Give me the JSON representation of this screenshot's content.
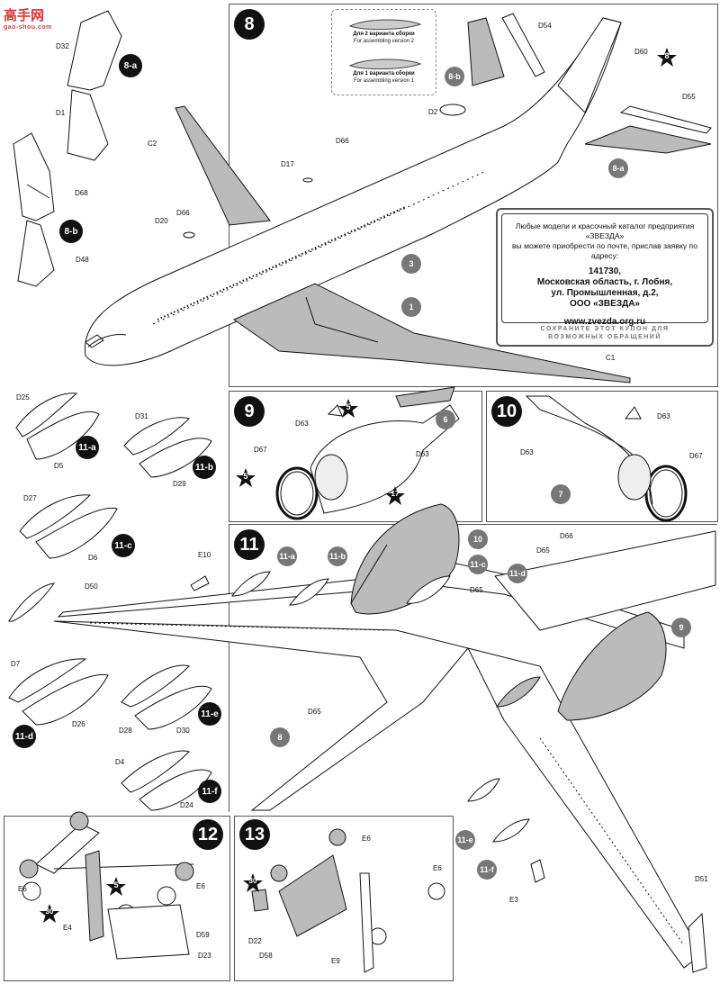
{
  "site_logo": {
    "main": "高手网",
    "sub": "gao-shou.com"
  },
  "steps": {
    "s8": "8",
    "s9": "9",
    "s10": "10",
    "s11": "11",
    "s12": "12",
    "s13": "13"
  },
  "note": {
    "v2_ru": "Для 2 варианта сборки",
    "v2_en": "For assembling version 2",
    "v1_ru": "Для 1 варианта сборки",
    "v1_en": "For assembling version 1"
  },
  "coupon": {
    "line1": "Любые модели и красочный каталог предприятия «ЗВЕЗДА»",
    "line2": "вы можете приобрести по почте, прислав заявку по адресу:",
    "zip": "141730,",
    "region": "Московская область, г. Лобня,",
    "street": "ул. Промышленная, д.2,",
    "org": "ООО «ЗВЕЗДА»",
    "web": "www.zvezda.org.ru",
    "foot1": "СОХРАНИТЕ ЭТОТ КУПОН ДЛЯ",
    "foot2": "ВОЗМОЖНЫХ ОБРАЩЕНИЙ"
  },
  "labels": {
    "D32": "D32",
    "D1": "D1",
    "C2": "C2",
    "D68": "D68",
    "D48": "D48",
    "D17": "D17",
    "D66": "D66",
    "D20": "D20",
    "D2": "D2",
    "D54": "D54",
    "D60": "D60",
    "D55": "D55",
    "C1": "C1",
    "D25": "D25",
    "D5": "D5",
    "D31": "D31",
    "D29": "D29",
    "D63": "D63",
    "D67": "D67",
    "D27": "D27",
    "D6": "D6",
    "E10": "E10",
    "D50": "D50",
    "D65": "D65",
    "D7": "D7",
    "D26": "D26",
    "D28": "D28",
    "D30": "D30",
    "D4": "D4",
    "D24": "D24",
    "E6": "E6",
    "E4": "E4",
    "D59": "D59",
    "D23": "D23",
    "D22": "D22",
    "D58": "D58",
    "E9": "E9",
    "E3": "E3",
    "D51": "D51"
  },
  "callouts": {
    "a8": "8-a",
    "b8": "8-b",
    "a11": "11-a",
    "b11": "11-b",
    "c11": "11-c",
    "d11": "11-d",
    "e11": "11-e",
    "f11": "11-f"
  },
  "parts": {
    "p1": "1",
    "p3": "3",
    "p6": "6",
    "p7": "7",
    "p8": "8",
    "p9": "9",
    "p10": "10"
  },
  "stars": {
    "s5": "5",
    "s8": "8",
    "s17": "17",
    "s30": "30"
  }
}
